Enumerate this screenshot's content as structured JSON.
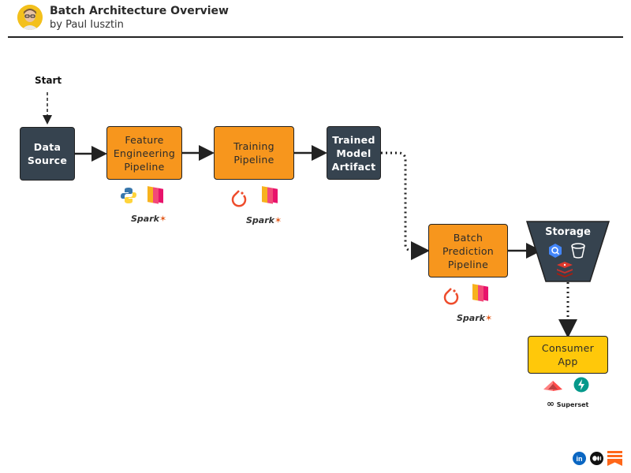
{
  "header": {
    "title": "Batch Architecture Overview",
    "subtitle": "by Paul Iusztin"
  },
  "diagram": {
    "start_label": "Start",
    "nodes": {
      "data_source": "Data\nSource",
      "feature_pipeline": "Feature\nEngineering\nPipeline",
      "training_pipeline": "Training\nPipeline",
      "trained_model": "Trained\nModel\nArtifact",
      "batch_prediction": "Batch\nPrediction\nPipeline",
      "storage": "Storage",
      "consumer_app": "Consumer\nApp"
    },
    "icon_labels": {
      "spark": "Spark",
      "superset": "Superset"
    },
    "footer_icons": [
      "linkedin-icon",
      "medium-icon",
      "substack-icon"
    ],
    "colors": {
      "dark": "#36434f",
      "orange": "#f7961d",
      "yellow": "#ffc80a"
    }
  }
}
